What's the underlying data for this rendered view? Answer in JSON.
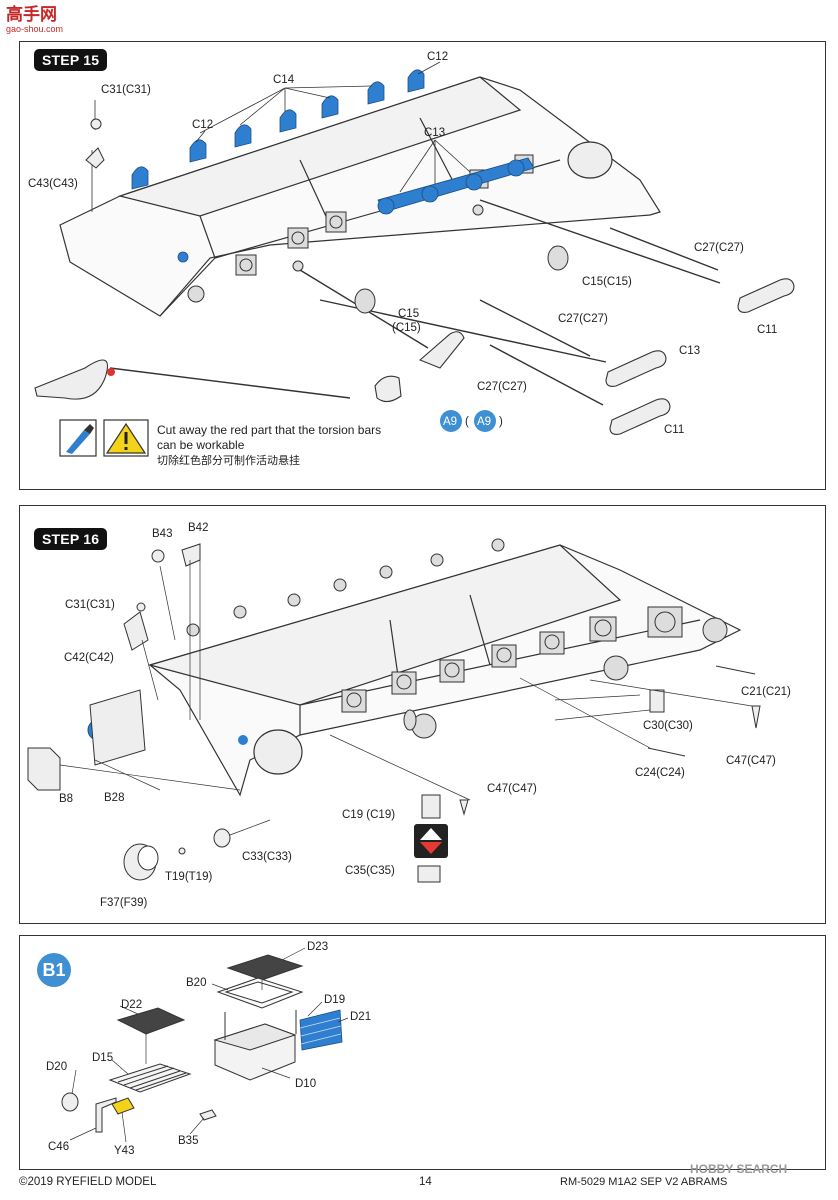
{
  "logo": {
    "text": "高手网",
    "sub": "gao-shou.com"
  },
  "step15": {
    "title": "STEP 15",
    "labels": {
      "c31": "C31(C31)",
      "c43": "C43(C43)",
      "c14": "C14",
      "c12a": "C12",
      "c12b": "C12",
      "c13a": "C13",
      "c27a": "C27(C27)",
      "c15a": "C15(C15)",
      "c11a": "C11",
      "c15b_1": "C15",
      "c15b_2": "(C15)",
      "c27b": "C27(C27)",
      "c13b": "C13",
      "c27c": "C27(C27)",
      "c11b": "C11",
      "a9a": "A9",
      "a9b": "A9",
      "paren_open": "(",
      "paren_close": ")"
    },
    "note_en_1": "Cut away the red part that the torsion bars",
    "note_en_2": "can be workable",
    "note_cn": "切除红色部分可制作活动悬挂",
    "icons": [
      "knife-icon",
      "warning-icon"
    ]
  },
  "step16": {
    "title": "STEP 16",
    "labels": {
      "b43": "B43",
      "b42": "B42",
      "c31": "C31(C31)",
      "c42": "C42(C42)",
      "b8": "B8",
      "b28": "B28",
      "c21": "C21(C21)",
      "c30": "C30(C30)",
      "c47a": "C47(C47)",
      "c24": "C24(C24)",
      "c47b": "C47(C47)",
      "c19": "C19 (C19)",
      "c33": "C33(C33)",
      "t19": "T19(T19)",
      "c35": "C35(C35)",
      "f37": "F37(F39)"
    },
    "icons": [
      "flip-arrow-icon"
    ]
  },
  "b1": {
    "title": "B1",
    "labels": {
      "d23": "D23",
      "b20": "B20",
      "d19": "D19",
      "d21": "D21",
      "d22": "D22",
      "d20": "D20",
      "d15": "D15",
      "d10": "D10",
      "c46": "C46",
      "y43": "Y43",
      "b35": "B35"
    }
  },
  "footer": {
    "copyright": "©2019 RYEFIELD MODEL",
    "page": "14",
    "product": "RM-5029 M1A2 SEP V2 ABRAMS",
    "watermark": "HOBBY SEARCH"
  },
  "colors": {
    "accent_blue": "#3f8fd3",
    "part_blue": "#2f7fd0",
    "warning_yellow": "#f3d21a",
    "red": "#d33"
  }
}
